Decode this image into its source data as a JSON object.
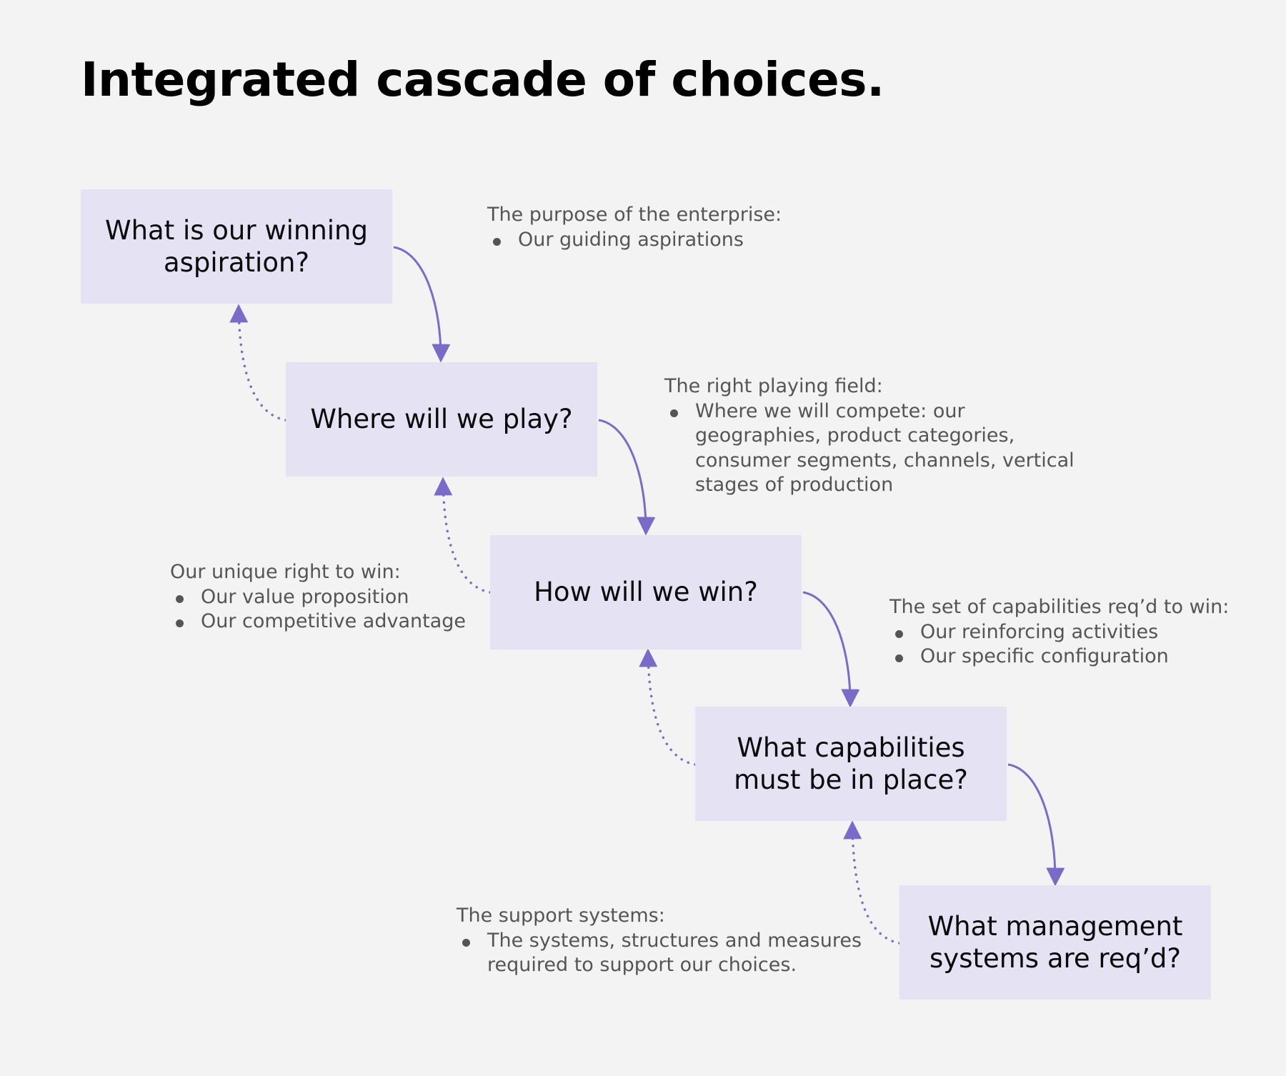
{
  "title": "Integrated cascade of choices.",
  "colors": {
    "background": "#f3f3f3",
    "box_fill": "#e5e2f4",
    "arrow": "#7b6bc9",
    "note_text": "#555555"
  },
  "boxes": [
    {
      "label": "What is our winning aspiration?"
    },
    {
      "label": "Where will we play?"
    },
    {
      "label": "How will we win?"
    },
    {
      "label": "What capabilities must be in place?"
    },
    {
      "label": "What management systems are req’d?"
    }
  ],
  "notes": [
    {
      "heading": "The purpose of the enterprise:",
      "bullets": [
        "Our guiding aspirations"
      ]
    },
    {
      "heading": "The right playing field:",
      "bullets": [
        "Where we will compete: our geographies, product categories, consumer segments, channels, vertical stages of production"
      ]
    },
    {
      "heading": "Our unique right to win:",
      "bullets": [
        "Our value proposition",
        "Our competitive advantage"
      ]
    },
    {
      "heading": "The set of capabilities req’d to win:",
      "bullets": [
        "Our reinforcing activities",
        "Our specific configuration"
      ]
    },
    {
      "heading": "The support systems:",
      "bullets": [
        "The systems, structures and measures required to support our choices."
      ]
    }
  ],
  "connectors": {
    "forward_icon": "solid-arrow-down-icon",
    "feedback_icon": "dotted-arrow-up-icon"
  }
}
